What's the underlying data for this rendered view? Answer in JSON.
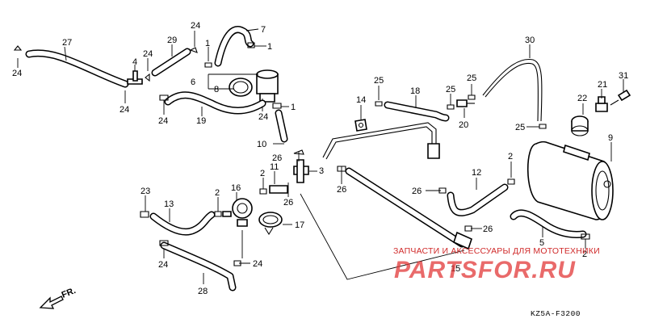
{
  "watermark": {
    "tagline": "ЗАПЧАСТИ И АКСЕССУАРЫ ДЛЯ МОТОТЕХНИКИ",
    "brand": "PARTSFOR.RU",
    "color": "#d02b2b"
  },
  "diagram_code": "KZ5A-F3200",
  "front_arrow": "FR.",
  "callouts": [
    {
      "id": "c27",
      "label": "27"
    },
    {
      "id": "c24a",
      "label": "24"
    },
    {
      "id": "c24b",
      "label": "24"
    },
    {
      "id": "c4",
      "label": "4"
    },
    {
      "id": "c24c",
      "label": "24"
    },
    {
      "id": "c29",
      "label": "29"
    },
    {
      "id": "c24d",
      "label": "24"
    },
    {
      "id": "c1a",
      "label": "1"
    },
    {
      "id": "c7",
      "label": "7"
    },
    {
      "id": "c1b",
      "label": "1"
    },
    {
      "id": "c6",
      "label": "6"
    },
    {
      "id": "c8",
      "label": "8"
    },
    {
      "id": "c24e",
      "label": "24"
    },
    {
      "id": "c24f",
      "label": "24"
    },
    {
      "id": "c19",
      "label": "19"
    },
    {
      "id": "c1c",
      "label": "1"
    },
    {
      "id": "c10",
      "label": "10"
    },
    {
      "id": "c26a",
      "label": "26"
    },
    {
      "id": "c2a",
      "label": "2"
    },
    {
      "id": "c11",
      "label": "11"
    },
    {
      "id": "c3",
      "label": "3"
    },
    {
      "id": "c26b",
      "label": "26"
    },
    {
      "id": "c23",
      "label": "23"
    },
    {
      "id": "c13",
      "label": "13"
    },
    {
      "id": "c2b",
      "label": "2"
    },
    {
      "id": "c16",
      "label": "16"
    },
    {
      "id": "c17",
      "label": "17"
    },
    {
      "id": "c24g",
      "label": "24"
    },
    {
      "id": "c24h",
      "label": "24"
    },
    {
      "id": "c28",
      "label": "28"
    },
    {
      "id": "c14",
      "label": "14"
    },
    {
      "id": "c25a",
      "label": "25"
    },
    {
      "id": "c18",
      "label": "18"
    },
    {
      "id": "c26c",
      "label": "26"
    },
    {
      "id": "c26d",
      "label": "26"
    },
    {
      "id": "c26e",
      "label": "26"
    },
    {
      "id": "c15",
      "label": "15"
    },
    {
      "id": "c30",
      "label": "30"
    },
    {
      "id": "c25b",
      "label": "25"
    },
    {
      "id": "c25c",
      "label": "25"
    },
    {
      "id": "c20",
      "label": "20"
    },
    {
      "id": "c25d",
      "label": "25"
    },
    {
      "id": "c22",
      "label": "22"
    },
    {
      "id": "c21",
      "label": "21"
    },
    {
      "id": "c31",
      "label": "31"
    },
    {
      "id": "c9",
      "label": "9"
    },
    {
      "id": "c2c",
      "label": "2"
    },
    {
      "id": "c12",
      "label": "12"
    },
    {
      "id": "c5",
      "label": "5"
    },
    {
      "id": "c2d",
      "label": "2"
    }
  ]
}
